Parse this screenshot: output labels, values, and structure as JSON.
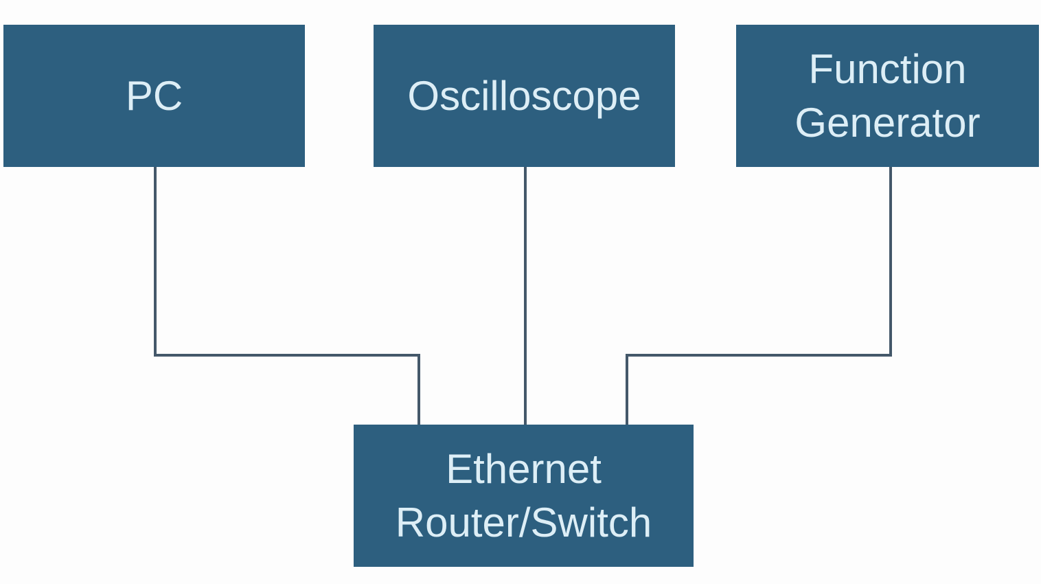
{
  "diagram": {
    "type": "network-topology",
    "nodes": [
      {
        "id": "pc",
        "label": "PC",
        "lines": [
          "PC"
        ]
      },
      {
        "id": "oscilloscope",
        "label": "Oscilloscope",
        "lines": [
          "Oscilloscope"
        ]
      },
      {
        "id": "function-generator",
        "label": "Function Generator",
        "lines": [
          "Function",
          "Generator"
        ]
      },
      {
        "id": "ethernet-router-switch",
        "label": "Ethernet Router/Switch",
        "lines": [
          "Ethernet",
          "Router/Switch"
        ]
      }
    ],
    "edges": [
      {
        "from": "pc",
        "to": "ethernet-router-switch"
      },
      {
        "from": "oscilloscope",
        "to": "ethernet-router-switch"
      },
      {
        "from": "function-generator",
        "to": "ethernet-router-switch"
      }
    ],
    "colors": {
      "node_fill": "#2d5f7f",
      "node_text": "#ddeef6",
      "connector": "#44586a",
      "background": "#fdfdfd"
    }
  }
}
